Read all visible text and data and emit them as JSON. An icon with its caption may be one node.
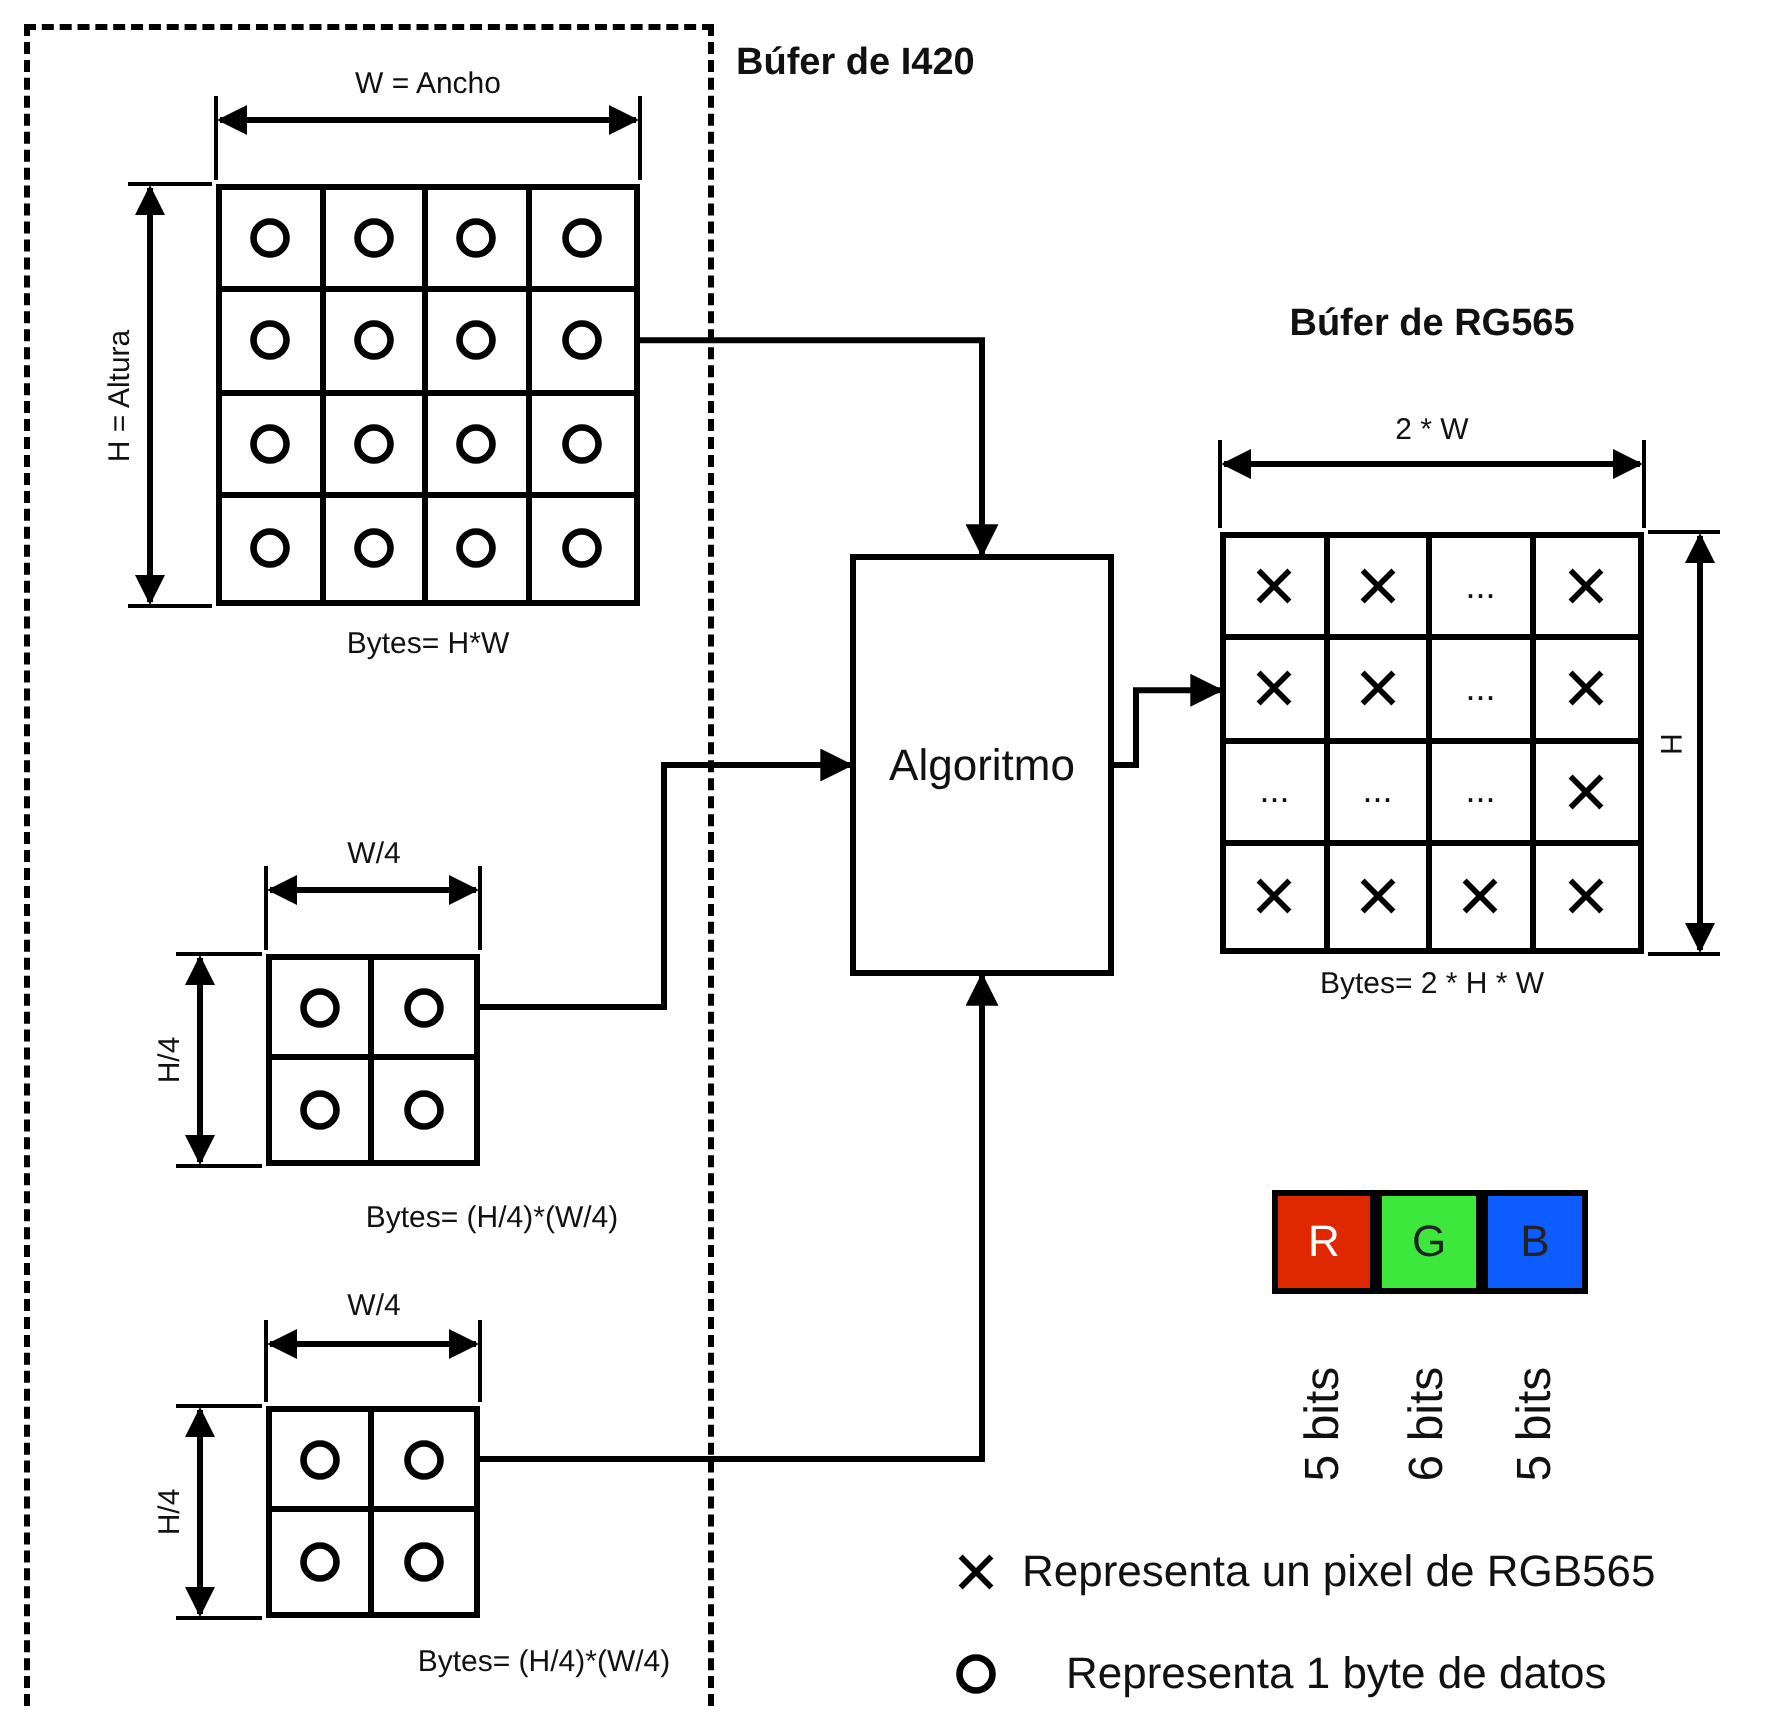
{
  "diagram": {
    "nodes": [
      {
        "text": [
          "Búfer de I420"
        ]
      },
      {
        "text": [],
        "shape": "grid",
        "in": 0,
        "beside": [
          "Bytes= H*W"
        ]
      },
      {
        "text": [],
        "shape": "grid",
        "in": 0,
        "beside": [
          "Bytes= (H/4)*(W/4)"
        ]
      },
      {
        "text": [],
        "shape": "grid",
        "in": 0,
        "beside": [
          "Bytes= (H/4)*(W/4)"
        ]
      },
      {
        "text": [
          "Algoritmo"
        ]
      },
      {
        "text": [],
        "shape": "grid",
        "beside": [
          "Bytes= 2 * H * W"
        ]
      },
      {
        "text": [
          "R"
        ],
        "beside": [
          "5 bits"
        ]
      },
      {
        "text": [
          "G"
        ],
        "beside": [
          "6 bits"
        ]
      },
      {
        "text": [
          "B"
        ],
        "beside": [
          "5 bits"
        ]
      }
    ],
    "edges": [
      {
        "from": 1,
        "to": 4,
        "arrow": "to"
      },
      {
        "from": 2,
        "to": 4,
        "arrow": "to"
      },
      {
        "from": 3,
        "to": 4,
        "arrow": "to"
      },
      {
        "from": 4,
        "to": 5,
        "arrow": "to"
      }
    ],
    "labels": [
      "W = Ancho",
      "H = Altura",
      "2 * W",
      "H",
      "...",
      "...",
      "...",
      "...",
      "...",
      "W/4",
      "H/4",
      "W/4",
      "H/4",
      "Búfer de RG565"
    ],
    "legend": [
      {
        "text": "Representa un pixel de RGB565"
      },
      {
        "text": "Representa 1 byte de datos"
      }
    ]
  }
}
